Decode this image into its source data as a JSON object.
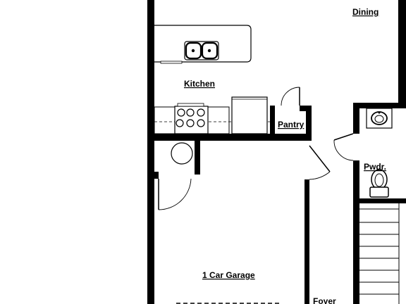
{
  "rooms": {
    "dining": "Dining",
    "kitchen": "Kitchen",
    "pantry": "Pantry",
    "powder": "Pwdr.",
    "garage": "1 Car Garage",
    "foyer": "Foyer"
  },
  "colors": {
    "wall": "#000000",
    "line": "#000000",
    "fixture_fill": "#ffffff",
    "background": "#ffffff"
  }
}
